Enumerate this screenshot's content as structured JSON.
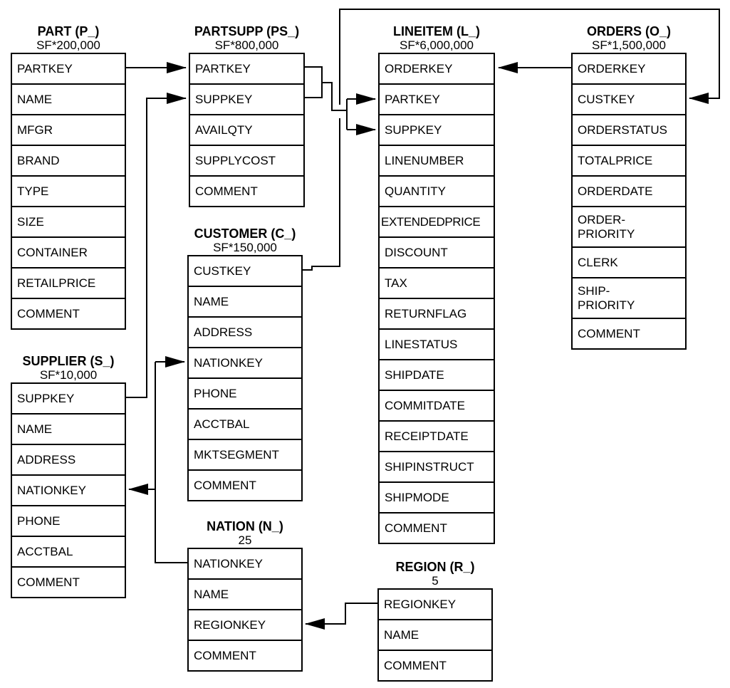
{
  "colors": {
    "background": "#ffffff",
    "line": "#000000",
    "text": "#000000"
  },
  "tables": [
    {
      "id": "part",
      "title": "PART (P_)",
      "cardinality": "SF*200,000",
      "rows": [
        {
          "label": "PARTKEY"
        },
        {
          "label": "NAME"
        },
        {
          "label": "MFGR"
        },
        {
          "label": "BRAND"
        },
        {
          "label": "TYPE"
        },
        {
          "label": "SIZE"
        },
        {
          "label": "CONTAINER"
        },
        {
          "label": "RETAILPRICE"
        },
        {
          "label": "COMMENT"
        }
      ]
    },
    {
      "id": "partsupp",
      "title": "PARTSUPP (PS_)",
      "cardinality": "SF*800,000",
      "rows": [
        {
          "label": "PARTKEY"
        },
        {
          "label": "SUPPKEY"
        },
        {
          "label": "AVAILQTY"
        },
        {
          "label": "SUPPLYCOST"
        },
        {
          "label": "COMMENT"
        }
      ]
    },
    {
      "id": "lineitem",
      "title": "LINEITEM (L_)",
      "cardinality": "SF*6,000,000",
      "rows": [
        {
          "label": "ORDERKEY"
        },
        {
          "label": "PARTKEY"
        },
        {
          "label": "SUPPKEY"
        },
        {
          "label": "LINENUMBER"
        },
        {
          "label": "QUANTITY"
        },
        {
          "label": "EXTENDEDPRICE",
          "tight": true
        },
        {
          "label": "DISCOUNT"
        },
        {
          "label": "TAX"
        },
        {
          "label": "RETURNFLAG"
        },
        {
          "label": "LINESTATUS"
        },
        {
          "label": "SHIPDATE"
        },
        {
          "label": "COMMITDATE"
        },
        {
          "label": "RECEIPTDATE"
        },
        {
          "label": "SHIPINSTRUCT"
        },
        {
          "label": "SHIPMODE"
        },
        {
          "label": "COMMENT"
        }
      ]
    },
    {
      "id": "orders",
      "title": "ORDERS (O_)",
      "cardinality": "SF*1,500,000",
      "rows": [
        {
          "label": "ORDERKEY"
        },
        {
          "label": "CUSTKEY"
        },
        {
          "label": "ORDERSTATUS"
        },
        {
          "label": "TOTALPRICE"
        },
        {
          "label": "ORDERDATE"
        },
        {
          "label": "ORDER-\nPRIORITY",
          "tall": true
        },
        {
          "label": "CLERK"
        },
        {
          "label": "SHIP-\nPRIORITY",
          "tall": true
        },
        {
          "label": "COMMENT"
        }
      ]
    },
    {
      "id": "customer",
      "title": "CUSTOMER (C_)",
      "cardinality": "SF*150,000",
      "rows": [
        {
          "label": "CUSTKEY"
        },
        {
          "label": "NAME"
        },
        {
          "label": "ADDRESS"
        },
        {
          "label": "NATIONKEY"
        },
        {
          "label": "PHONE"
        },
        {
          "label": "ACCTBAL"
        },
        {
          "label": "MKTSEGMENT"
        },
        {
          "label": "COMMENT"
        }
      ]
    },
    {
      "id": "supplier",
      "title": "SUPPLIER (S_)",
      "cardinality": "SF*10,000",
      "rows": [
        {
          "label": "SUPPKEY"
        },
        {
          "label": "NAME"
        },
        {
          "label": "ADDRESS"
        },
        {
          "label": "NATIONKEY"
        },
        {
          "label": "PHONE"
        },
        {
          "label": "ACCTBAL"
        },
        {
          "label": "COMMENT"
        }
      ]
    },
    {
      "id": "nation",
      "title": "NATION (N_)",
      "cardinality": "25",
      "rows": [
        {
          "label": "NATIONKEY"
        },
        {
          "label": "NAME"
        },
        {
          "label": "REGIONKEY"
        },
        {
          "label": "COMMENT"
        }
      ]
    },
    {
      "id": "region",
      "title": "REGION (R_)",
      "cardinality": "5",
      "rows": [
        {
          "label": "REGIONKEY"
        },
        {
          "label": "NAME"
        },
        {
          "label": "COMMENT"
        }
      ]
    }
  ],
  "relationships": [
    {
      "id": "part-partsupp",
      "arrow_from": "PART.PARTKEY",
      "arrow_to": "PARTSUPP.PARTKEY"
    },
    {
      "id": "supplier-partsupp",
      "arrow_from": "SUPPLIER.SUPPKEY",
      "arrow_to": "PARTSUPP.SUPPKEY"
    },
    {
      "id": "partsupp-lineitem",
      "arrow_from": "PARTSUPP.PARTKEY+SUPPKEY",
      "arrow_to": "LINEITEM.PARTKEY+SUPPKEY"
    },
    {
      "id": "orders-lineitem",
      "arrow_from": "ORDERS.ORDERKEY",
      "arrow_to": "LINEITEM.ORDERKEY"
    },
    {
      "id": "customer-orders",
      "arrow_from": "CUSTOMER.CUSTKEY",
      "arrow_to": "ORDERS.CUSTKEY"
    },
    {
      "id": "nation-customer",
      "arrow_from": "NATION.NATIONKEY",
      "arrow_to": "CUSTOMER.NATIONKEY"
    },
    {
      "id": "nation-supplier",
      "arrow_from": "NATION.NATIONKEY",
      "arrow_to": "SUPPLIER.NATIONKEY"
    },
    {
      "id": "region-nation",
      "arrow_from": "REGION.REGIONKEY",
      "arrow_to": "NATION.REGIONKEY"
    }
  ]
}
